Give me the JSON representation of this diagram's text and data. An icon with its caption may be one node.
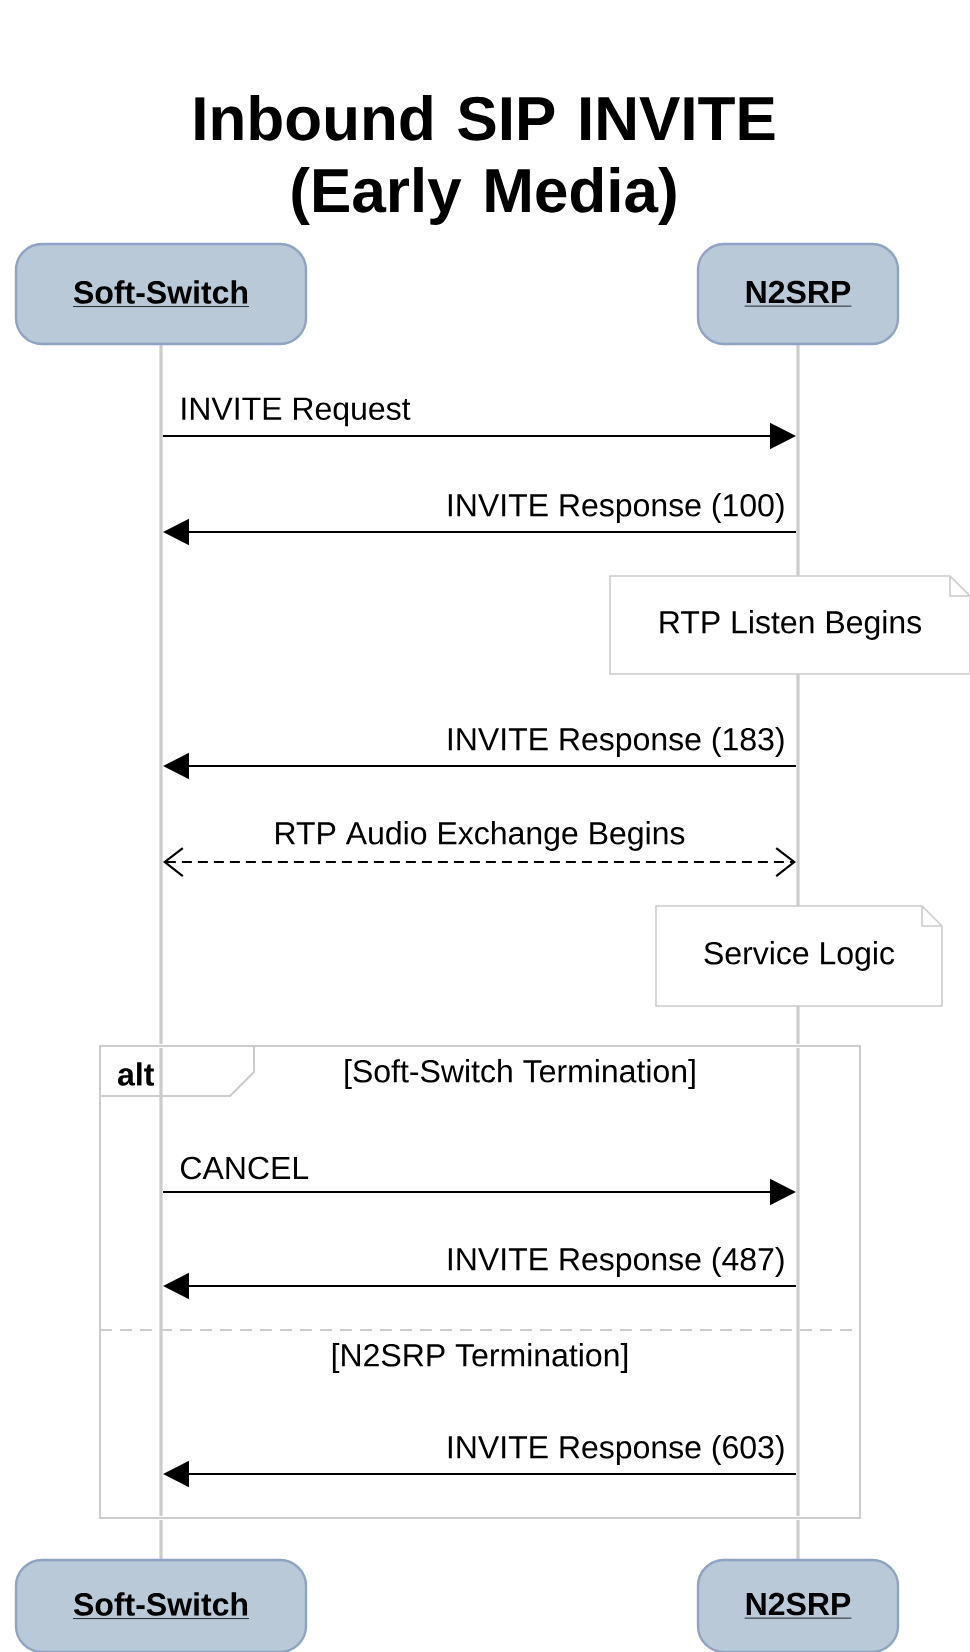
{
  "diagram": {
    "title": "Inbound SIP INVITE (Early Media)",
    "nodes": [
      {
        "text": [
          "Soft-Switch"
        ]
      },
      {
        "text": [
          "N2SRP"
        ]
      },
      {
        "text": [
          "Soft-Switch"
        ]
      },
      {
        "text": [
          "N2SRP"
        ]
      },
      {
        "text": [
          "RTP Listen Begins"
        ]
      },
      {
        "text": [
          "Service Logic"
        ]
      },
      {
        "text": [
          "alt",
          "[Soft-Switch Termination]",
          "[N2SRP Termination]"
        ]
      },
      {
        "text": [],
        "shape": "bar"
      },
      {
        "text": [],
        "shape": "bar",
        "in": 6
      },
      {
        "text": [],
        "shape": "bar"
      },
      {
        "text": [],
        "shape": "bar"
      },
      {
        "text": [],
        "shape": "bar"
      },
      {
        "text": [],
        "shape": "bar"
      },
      {
        "text": [],
        "shape": "bar",
        "in": 6
      },
      {
        "text": [],
        "shape": "bar"
      }
    ],
    "edges": [
      {
        "from": 7,
        "to": 10,
        "arrow": "to",
        "label": "INVITE Request"
      },
      {
        "from": 10,
        "to": 7,
        "arrow": "to",
        "label": "INVITE Response (100)"
      },
      {
        "from": 11,
        "to": 7,
        "arrow": "to",
        "label": "INVITE Response (183)"
      },
      {
        "from": 7,
        "to": 11,
        "arrow": "both",
        "label": "RTP Audio Exchange Begins",
        "style": "dashed"
      },
      {
        "from": 8,
        "to": 13,
        "arrow": "to",
        "label": "CANCEL"
      },
      {
        "from": 13,
        "to": 8,
        "arrow": "to",
        "label": "INVITE Response (487)"
      },
      {
        "from": 13,
        "to": 8,
        "arrow": "to",
        "label": "INVITE Response (603)"
      }
    ]
  }
}
